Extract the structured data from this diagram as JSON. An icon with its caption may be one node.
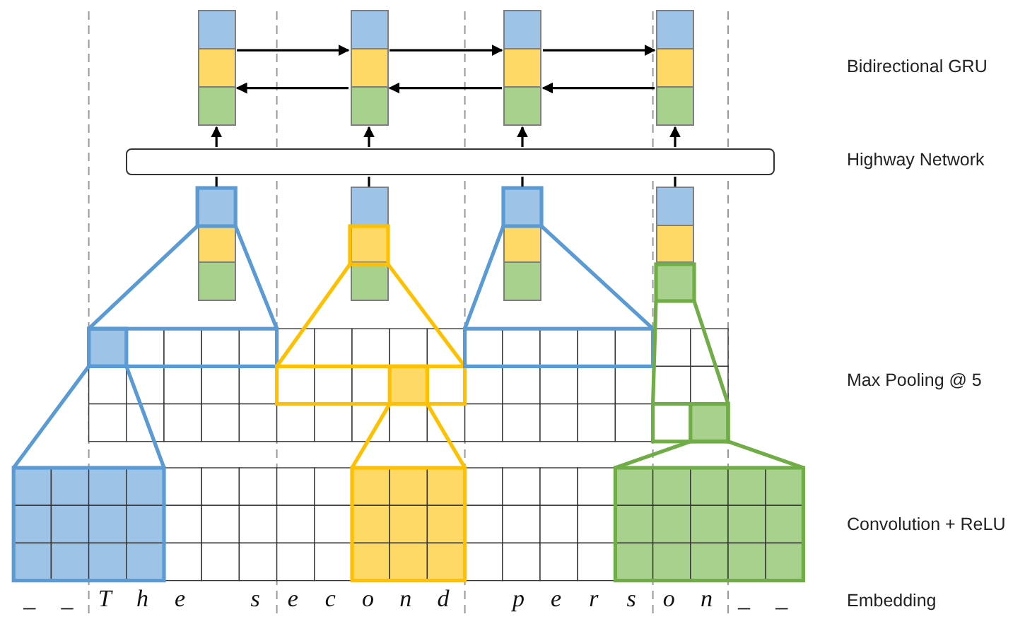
{
  "diagram": {
    "nodes": [
      {
        "text": [],
        "shape": "bar"
      },
      {
        "text": [],
        "shape": "bar"
      },
      {
        "text": [],
        "shape": "bar"
      },
      {
        "text": [],
        "shape": "bar"
      },
      {
        "text": [],
        "shape": "box"
      },
      {
        "text": [],
        "shape": "bar"
      },
      {
        "text": [],
        "shape": "bar"
      },
      {
        "text": [],
        "shape": "bar"
      },
      {
        "text": [],
        "shape": "bar"
      }
    ],
    "edges": [
      {
        "from": 0,
        "to": 1,
        "arrow": "to"
      },
      {
        "from": 1,
        "to": 0,
        "arrow": "to"
      },
      {
        "from": 1,
        "to": 2,
        "arrow": "to"
      },
      {
        "from": 2,
        "to": 1,
        "arrow": "to"
      },
      {
        "from": 2,
        "to": 3,
        "arrow": "to"
      },
      {
        "from": 3,
        "to": 2,
        "arrow": "to"
      },
      {
        "from": 5,
        "to": 4,
        "arrow": "none"
      },
      {
        "from": 4,
        "to": 0,
        "arrow": "to"
      },
      {
        "from": 6,
        "to": 4,
        "arrow": "none"
      },
      {
        "from": 4,
        "to": 1,
        "arrow": "to"
      },
      {
        "from": 7,
        "to": 4,
        "arrow": "none"
      },
      {
        "from": 4,
        "to": 2,
        "arrow": "to"
      },
      {
        "from": 8,
        "to": 4,
        "arrow": "none"
      },
      {
        "from": 4,
        "to": 3,
        "arrow": "to"
      }
    ],
    "labels": [
      "Bidirectional GRU",
      "Highway Network",
      "Max Pooling @ 5",
      "Convolution + ReLU",
      "_",
      "_",
      "T",
      "h",
      "e",
      "s",
      "e",
      "c",
      "o",
      "n",
      "d",
      "p",
      "e",
      "r",
      "s",
      "o",
      "n",
      "_",
      "_",
      "Embedding"
    ]
  }
}
